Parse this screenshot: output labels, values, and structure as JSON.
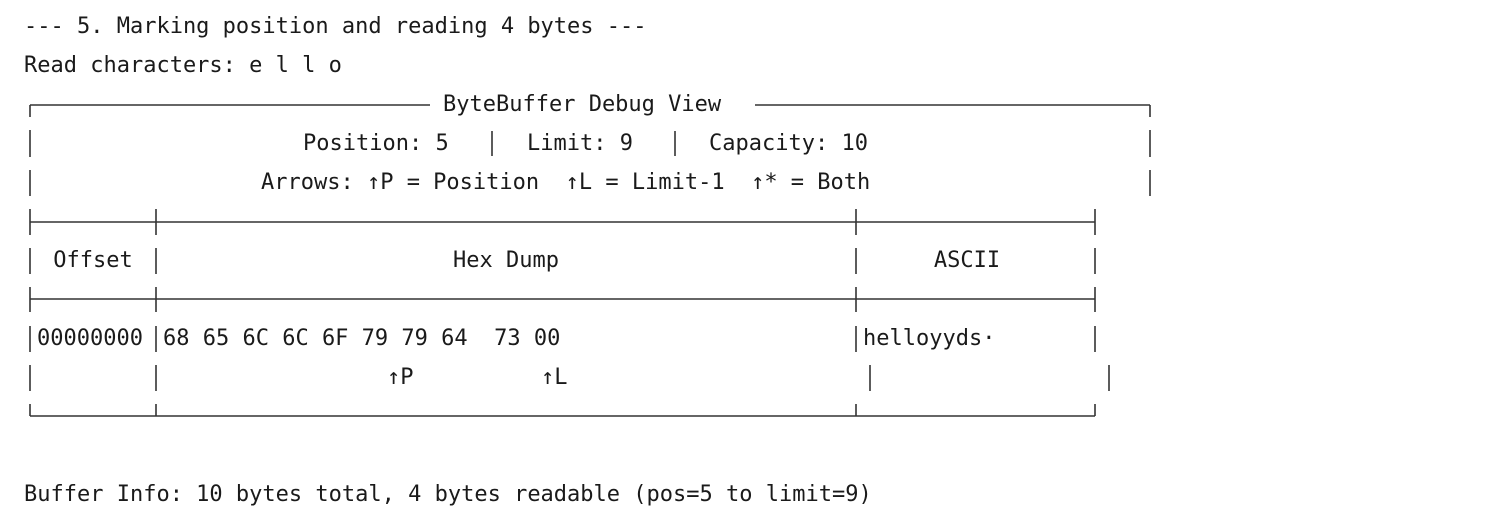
{
  "section_title": "--- 5. Marking position and reading 4 bytes ---",
  "read_characters": "Read characters: e l l o",
  "debug_view": {
    "title": "ByteBuffer Debug View",
    "position": "Position: 5",
    "limit": "Limit: 9",
    "capacity": "Capacity: 10",
    "separator": "|",
    "arrows_legend": "Arrows: ↑P = Position  ↑L = Limit-1  ↑* = Both",
    "columns": {
      "offset": "Offset",
      "hex": "Hex Dump",
      "ascii": "ASCII"
    },
    "row": {
      "offset": "00000000",
      "hex": "68 65 6C 6C 6F 79 79 64  73 00",
      "ascii": "helloyyds·"
    },
    "markers": {
      "position": "↑P",
      "limit": "↑L"
    }
  },
  "buffer_info": "Buffer Info: 10 bytes total, 4 bytes readable (pos=5 to limit=9)",
  "colors": {
    "text": "#1a1a1a",
    "border": "#333333",
    "background": "#ffffff"
  }
}
